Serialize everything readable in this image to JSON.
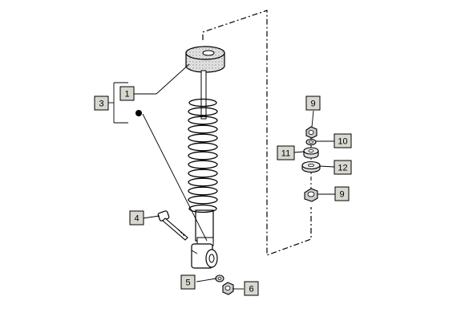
{
  "diagram": {
    "callouts": {
      "c1": "1",
      "c3": "3",
      "c4": "4",
      "c5": "5",
      "c6": "6",
      "c9a": "9",
      "c9b": "9",
      "c10": "10",
      "c11": "11",
      "c12": "12"
    }
  },
  "colors": {
    "callout_fill": "#d8d8d0",
    "line": "#000000"
  }
}
